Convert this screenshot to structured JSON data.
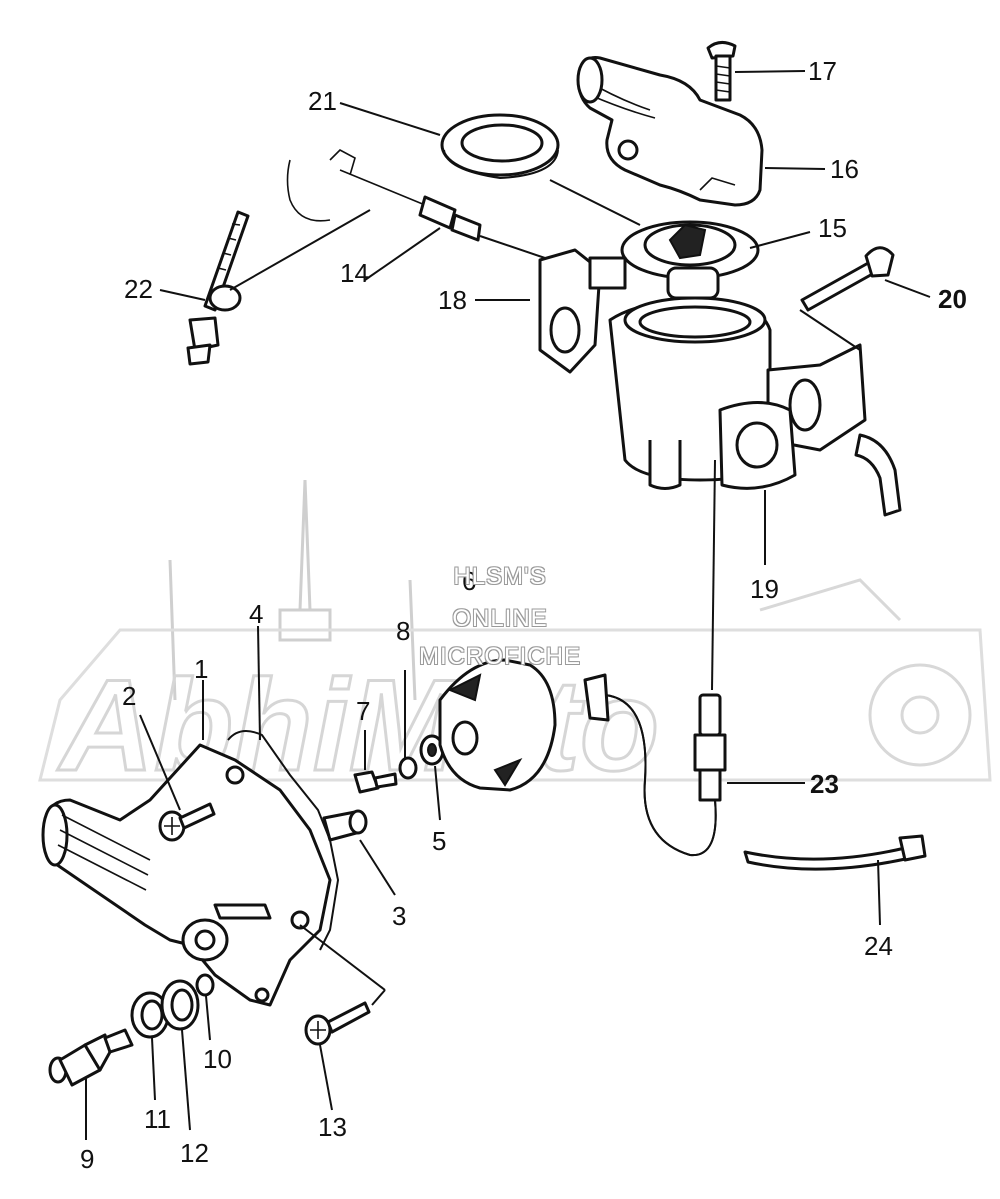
{
  "watermark": {
    "lines": [
      "HLSM'S",
      "ONLINE",
      "MICROFICHE"
    ],
    "logo_text": "AbhiMoto"
  },
  "callouts": [
    {
      "id": "1",
      "label": "1"
    },
    {
      "id": "2",
      "label": "2"
    },
    {
      "id": "3",
      "label": "3"
    },
    {
      "id": "4",
      "label": "4"
    },
    {
      "id": "5",
      "label": "5"
    },
    {
      "id": "6",
      "label": "6"
    },
    {
      "id": "7",
      "label": "7"
    },
    {
      "id": "8",
      "label": "8"
    },
    {
      "id": "9",
      "label": "9"
    },
    {
      "id": "10",
      "label": "10"
    },
    {
      "id": "11",
      "label": "11"
    },
    {
      "id": "12",
      "label": "12"
    },
    {
      "id": "13",
      "label": "13"
    },
    {
      "id": "14",
      "label": "14"
    },
    {
      "id": "15",
      "label": "15"
    },
    {
      "id": "16",
      "label": "16"
    },
    {
      "id": "17",
      "label": "17"
    },
    {
      "id": "18",
      "label": "18"
    },
    {
      "id": "19",
      "label": "19"
    },
    {
      "id": "20",
      "label": "20"
    },
    {
      "id": "21",
      "label": "21"
    },
    {
      "id": "22",
      "label": "22"
    },
    {
      "id": "23",
      "label": "23"
    },
    {
      "id": "24",
      "label": "24"
    }
  ]
}
